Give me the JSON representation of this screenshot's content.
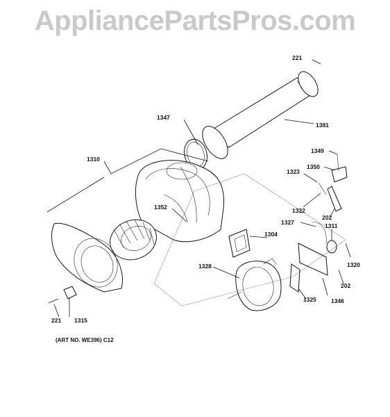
{
  "watermark": "AppliancePartsPros.com",
  "art_number": "(ART NO. WE396) C12",
  "callouts": {
    "p221_top": "221",
    "p1381": "1381",
    "p1347": "1347",
    "p1310": "1310",
    "p1349": "1349",
    "p1350": "1350",
    "p1323": "1323",
    "p1352": "1352",
    "p1322": "1322",
    "p202_top": "202",
    "p1327": "1327",
    "p1311": "1311",
    "p1304": "1304",
    "p1320": "1320",
    "p1328": "1328",
    "p202_bottom": "202",
    "p1325": "1325",
    "p1346": "1346",
    "p221_bottom": "221",
    "p1315": "1315"
  }
}
